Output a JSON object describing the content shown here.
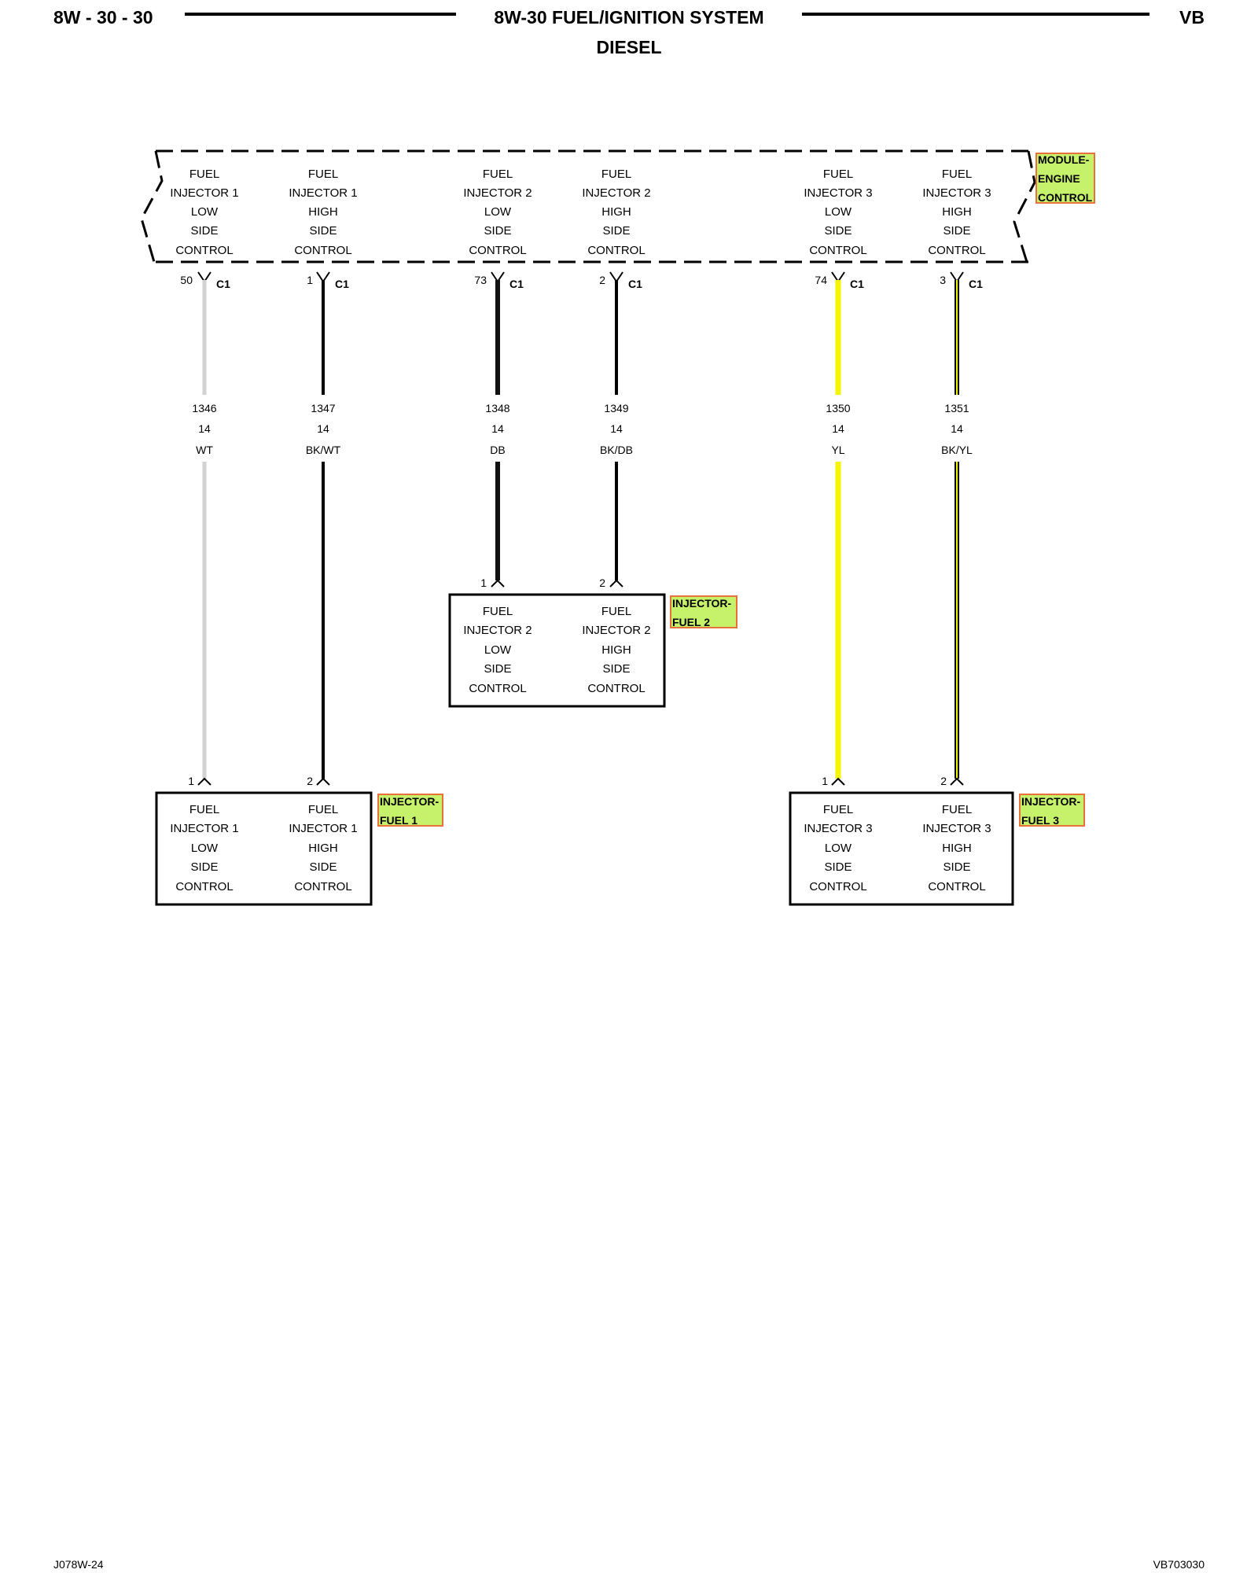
{
  "header": {
    "left": "8W - 30 - 30",
    "center": "8W-30 FUEL/IGNITION SYSTEM",
    "right": "VB",
    "subtitle": "DIESEL"
  },
  "footer": {
    "left": "J078W-24",
    "right": "VB703030"
  },
  "colors": {
    "WT": "#d2d2d2",
    "BKWT": "#000000",
    "DB": "#111111",
    "BKDB": "#000000",
    "YL": "#f5f500",
    "tag_fill": "#c6f26b",
    "tag_border": "#e8703a"
  },
  "module": {
    "tag": [
      "MODULE-",
      "ENGINE",
      "CONTROL"
    ],
    "terminals": [
      {
        "lines": [
          "FUEL",
          "INJECTOR 1",
          "LOW",
          "SIDE",
          "CONTROL"
        ],
        "pin": "50",
        "connector": "C1"
      },
      {
        "lines": [
          "FUEL",
          "INJECTOR 1",
          "HIGH",
          "SIDE",
          "CONTROL"
        ],
        "pin": "1",
        "connector": "C1"
      },
      {
        "lines": [
          "FUEL",
          "INJECTOR 2",
          "LOW",
          "SIDE",
          "CONTROL"
        ],
        "pin": "73",
        "connector": "C1"
      },
      {
        "lines": [
          "FUEL",
          "INJECTOR 2",
          "HIGH",
          "SIDE",
          "CONTROL"
        ],
        "pin": "2",
        "connector": "C1"
      },
      {
        "lines": [
          "FUEL",
          "INJECTOR 3",
          "LOW",
          "SIDE",
          "CONTROL"
        ],
        "pin": "74",
        "connector": "C1"
      },
      {
        "lines": [
          "FUEL",
          "INJECTOR 3",
          "HIGH",
          "SIDE",
          "CONTROL"
        ],
        "pin": "3",
        "connector": "C1"
      }
    ]
  },
  "wires": [
    {
      "circuit": "1346",
      "gauge": "14",
      "color": "WT"
    },
    {
      "circuit": "1347",
      "gauge": "14",
      "color": "BK/WT"
    },
    {
      "circuit": "1348",
      "gauge": "14",
      "color": "DB"
    },
    {
      "circuit": "1349",
      "gauge": "14",
      "color": "BK/DB"
    },
    {
      "circuit": "1350",
      "gauge": "14",
      "color": "YL"
    },
    {
      "circuit": "1351",
      "gauge": "14",
      "color": "BK/YL"
    }
  ],
  "injectors": [
    {
      "tag": [
        "INJECTOR-",
        "FUEL 1"
      ],
      "pins": [
        "1",
        "2"
      ],
      "left": [
        "FUEL",
        "INJECTOR 1",
        "LOW",
        "SIDE",
        "CONTROL"
      ],
      "right": [
        "FUEL",
        "INJECTOR 1",
        "HIGH",
        "SIDE",
        "CONTROL"
      ]
    },
    {
      "tag": [
        "INJECTOR-",
        "FUEL 2"
      ],
      "pins": [
        "1",
        "2"
      ],
      "left": [
        "FUEL",
        "INJECTOR 2",
        "LOW",
        "SIDE",
        "CONTROL"
      ],
      "right": [
        "FUEL",
        "INJECTOR 2",
        "HIGH",
        "SIDE",
        "CONTROL"
      ]
    },
    {
      "tag": [
        "INJECTOR-",
        "FUEL 3"
      ],
      "pins": [
        "1",
        "2"
      ],
      "left": [
        "FUEL",
        "INJECTOR 3",
        "LOW",
        "SIDE",
        "CONTROL"
      ],
      "right": [
        "FUEL",
        "INJECTOR 3",
        "HIGH",
        "SIDE",
        "CONTROL"
      ]
    }
  ]
}
